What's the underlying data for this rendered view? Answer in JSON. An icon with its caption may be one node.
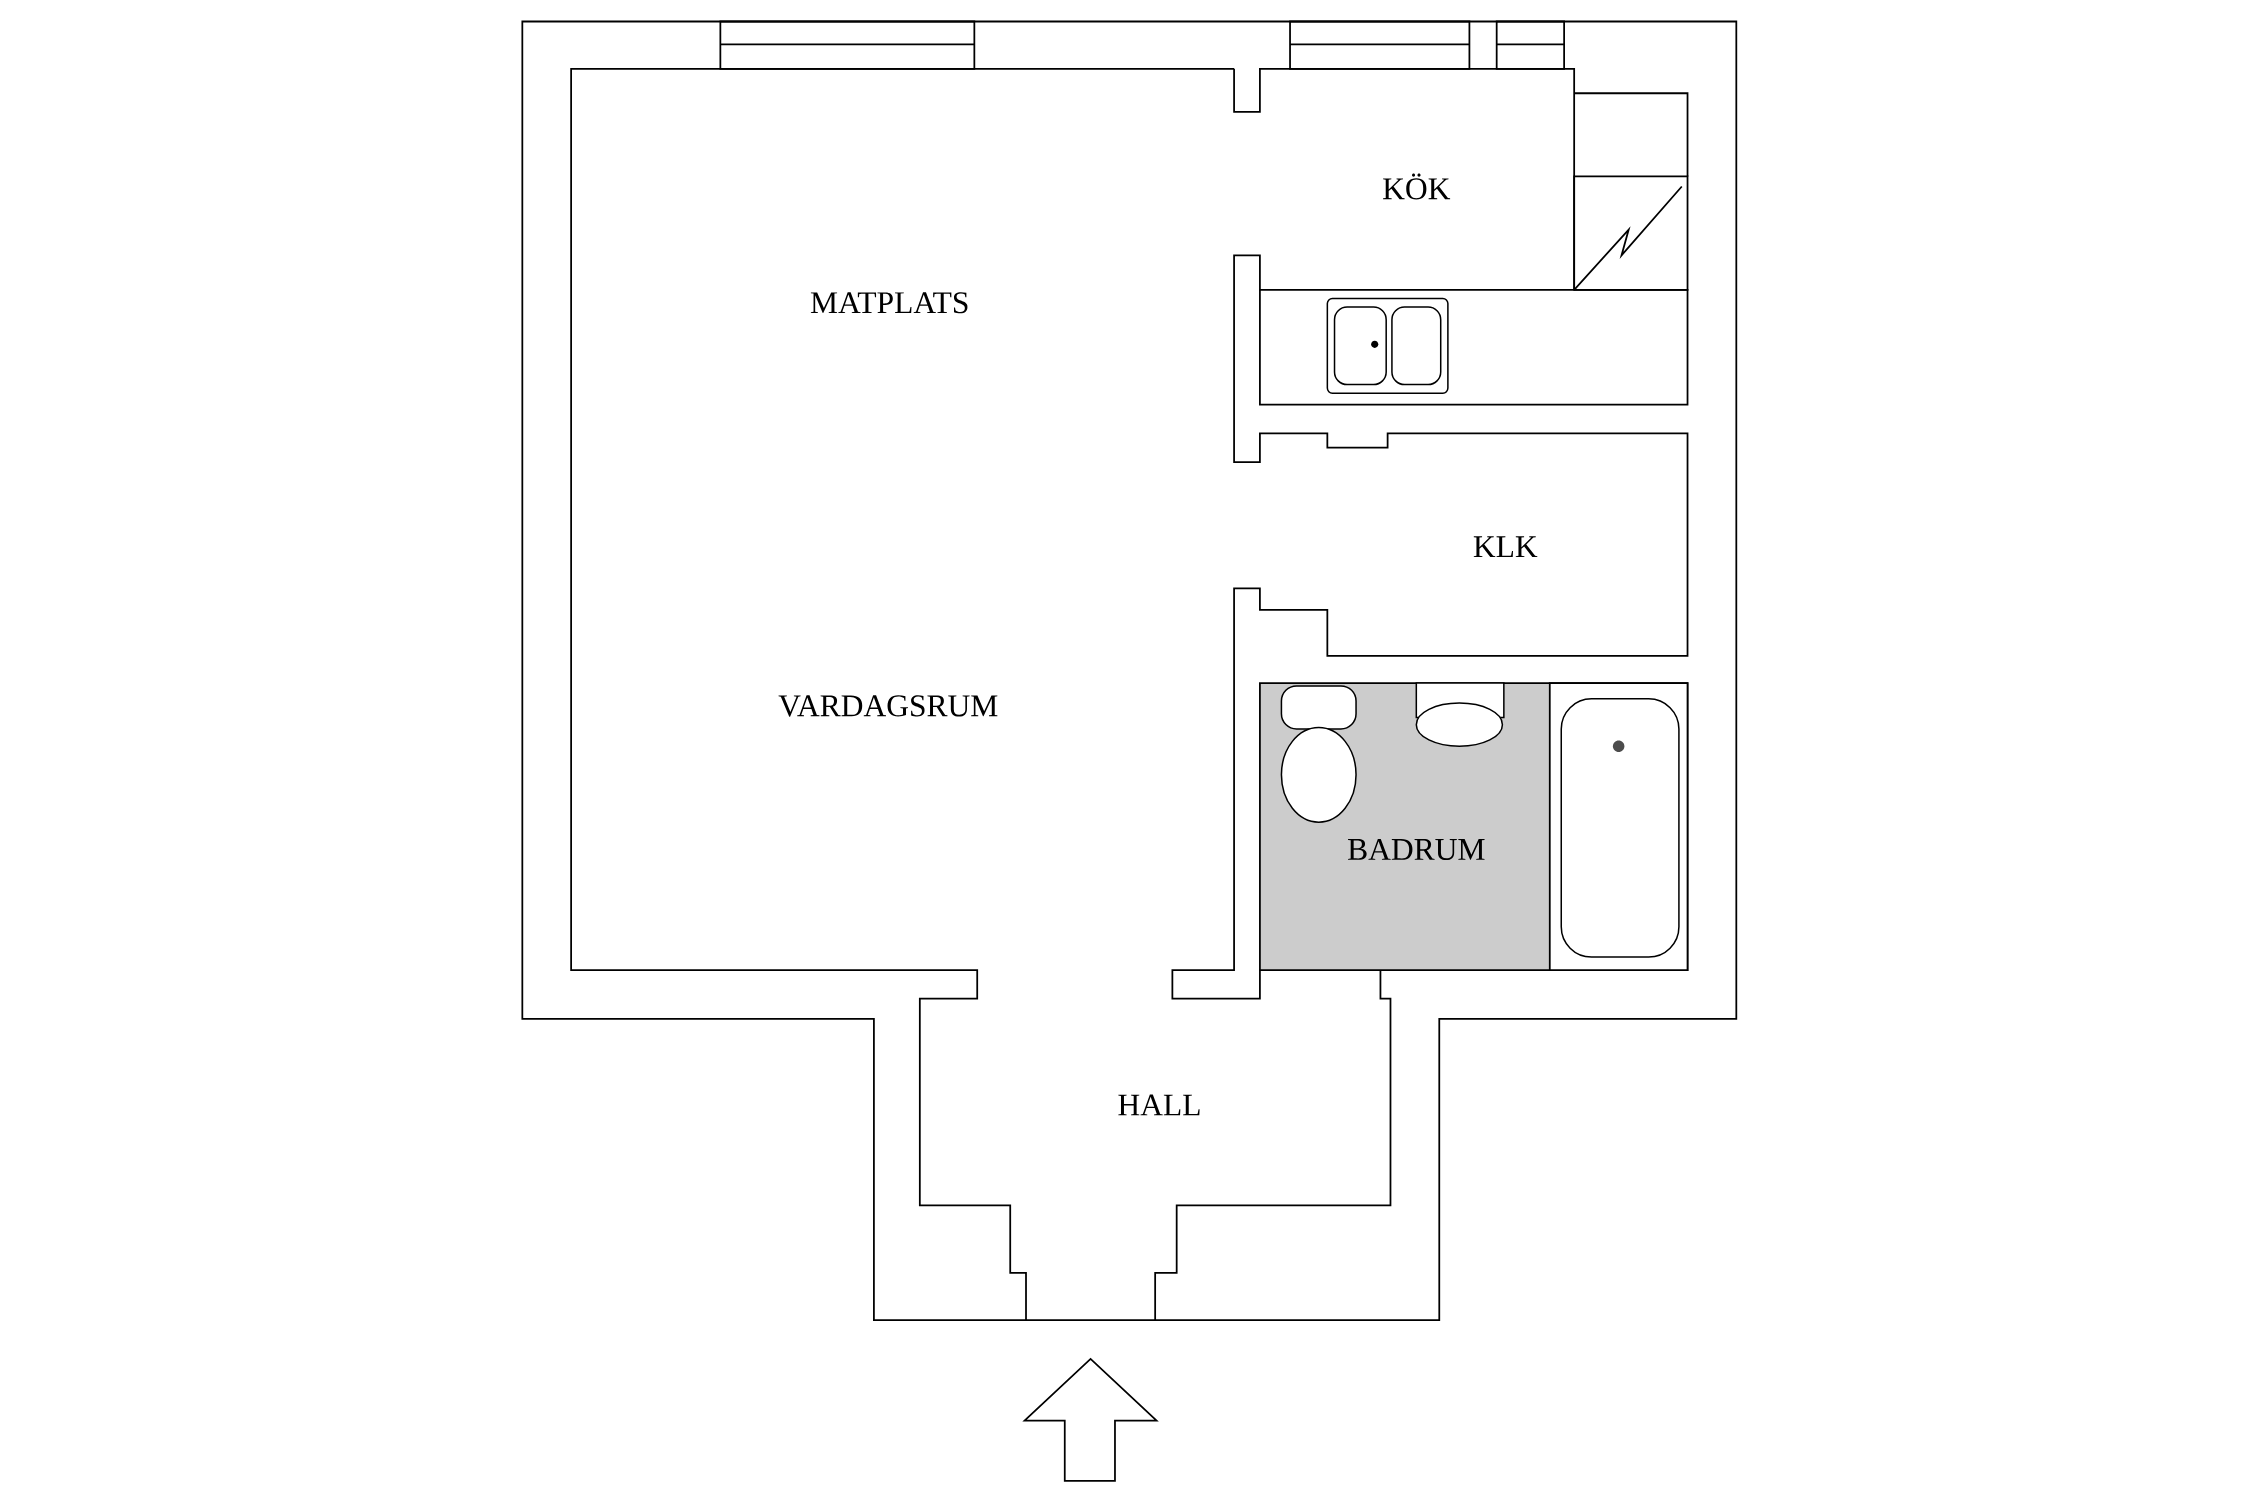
{
  "diagram": {
    "labels": [
      "KÖK",
      "MATPLATS",
      "KLK",
      "VARDAGSRUM",
      "BADRUM",
      "HALL"
    ]
  }
}
